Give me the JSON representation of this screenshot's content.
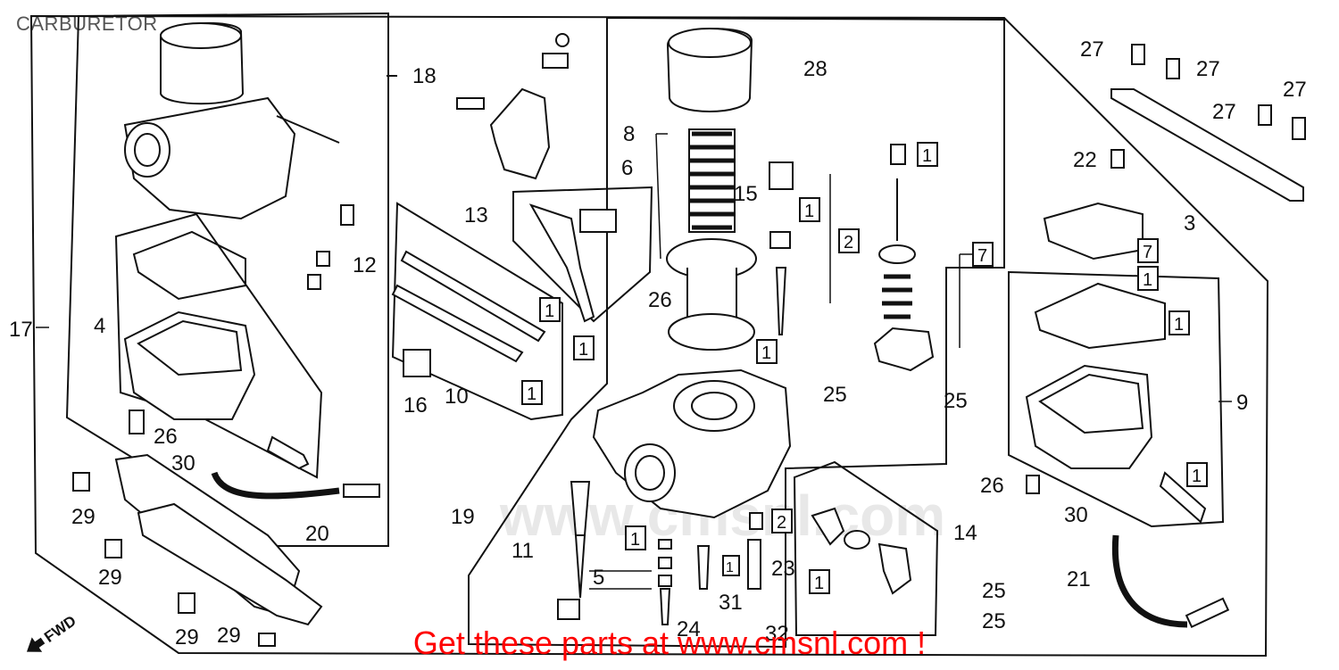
{
  "title": "CARBURETOR",
  "banner": "Get these parts at www.cmsnl.com !",
  "watermark": "www.cmsnl.com",
  "fwd_label": "FWD",
  "part_numbers": {
    "p3": "3",
    "p4": "4",
    "p5": "5",
    "p6": "6",
    "p8": "8",
    "p9": "9",
    "p10": "10",
    "p11": "11",
    "p12": "12",
    "p13": "13",
    "p14": "14",
    "p15": "15",
    "p16": "16",
    "p17": "17",
    "p18": "18",
    "p19": "19",
    "p20": "20",
    "p21": "21",
    "p22": "22",
    "p23": "23",
    "p24": "24",
    "p25": "25",
    "p26": "26",
    "p27": "27",
    "p28": "28",
    "p29": "29",
    "p30": "30",
    "p31": "31",
    "p32": "32"
  },
  "set_codes": {
    "s1": "1",
    "s2": "2",
    "s7": "7"
  },
  "colors": {
    "ink": "#111111",
    "banner": "#ff0000",
    "watermark": "#e8e8e8"
  }
}
